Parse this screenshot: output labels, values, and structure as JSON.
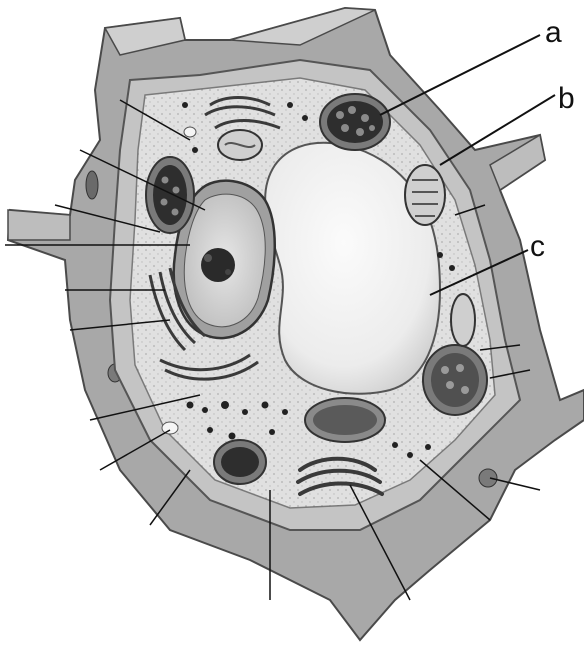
{
  "labels": {
    "a": "a",
    "b": "b",
    "c": "c"
  },
  "colors": {
    "wall": "#a9a9a9",
    "wall_dark": "#6f6f6f",
    "cytoplasm": "#dedede",
    "vacuole": "#f2f2f2",
    "organelle_dark": "#2e2e2e",
    "line": "#111111"
  }
}
